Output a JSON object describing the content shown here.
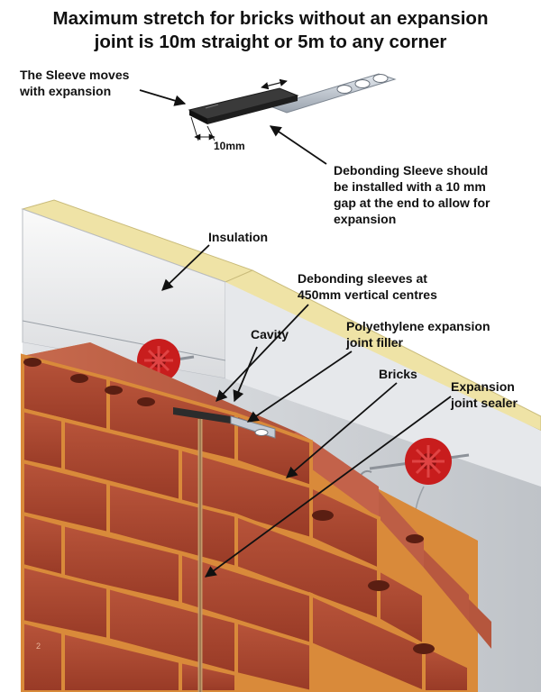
{
  "title": {
    "line1": "Maximum stretch for bricks without an expansion",
    "line2": "joint is 10m straight or 5m to any corner"
  },
  "labels": {
    "sleeve_moves": [
      "The Sleeve moves",
      "with expansion"
    ],
    "gap_dimension": "10mm",
    "debonding_gap": [
      "Debonding Sleeve should",
      "be installed with a 10 mm",
      "gap at the end to allow for",
      "expansion"
    ],
    "insulation": "Insulation",
    "debonding_centres": [
      "Debonding sleeves at",
      "450mm vertical centres"
    ],
    "cavity": "Cavity",
    "filler": [
      "Polyethylene expansion",
      "joint filler"
    ],
    "bricks": "Bricks",
    "sealer": [
      "Expansion",
      "joint sealer"
    ],
    "watermark": "2"
  },
  "colors": {
    "brick": "#b04a32",
    "mortar": "#d98a3a",
    "insulation_face": "#ececee",
    "insulation_edge": "#efe3a6",
    "wall_tie": "#c81d1d",
    "sleeve": "#2c2c2c",
    "tie_metal": "#c5ccd6"
  },
  "icons": [
    "wall-tie-icon",
    "debonding-sleeve-icon",
    "arrow-icon"
  ]
}
